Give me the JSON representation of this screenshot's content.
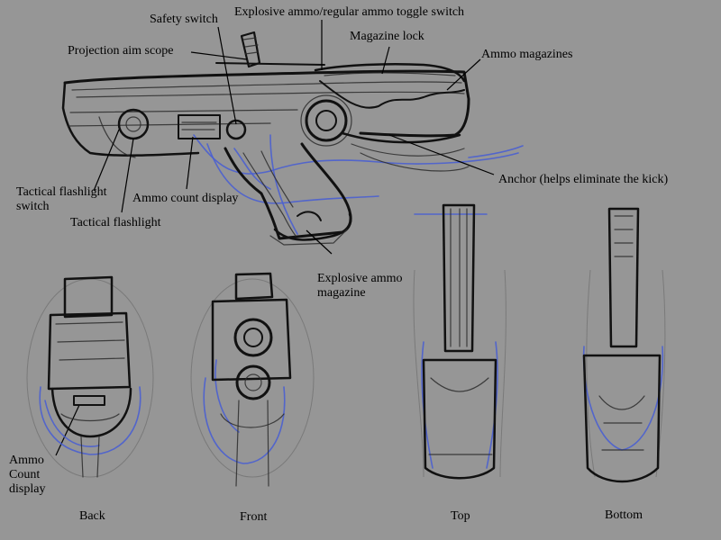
{
  "labels": {
    "safety_switch": "Safety switch",
    "toggle_switch": "Explosive ammo/regular ammo toggle switch",
    "magazine_lock": "Magazine lock",
    "projection_scope": "Projection aim scope",
    "ammo_magazines": "Ammo magazines",
    "anchor": "Anchor (helps eliminate the kick)",
    "flashlight_switch_l1": "Tactical flashlight",
    "flashlight_switch_l2": "switch",
    "ammo_count_display": "Ammo count display",
    "tactical_flashlight": "Tactical flashlight",
    "explosive_mag_l1": "Explosive ammo",
    "explosive_mag_l2": "magazine",
    "back_count_l1": "Ammo",
    "back_count_l2": "Count",
    "back_count_l3": "display"
  },
  "views": {
    "back": "Back",
    "front": "Front",
    "top": "Top",
    "bottom": "Bottom"
  },
  "colors": {
    "background": "#969696",
    "ink": "#111111",
    "blue_sketch": "#4a5fd0"
  }
}
